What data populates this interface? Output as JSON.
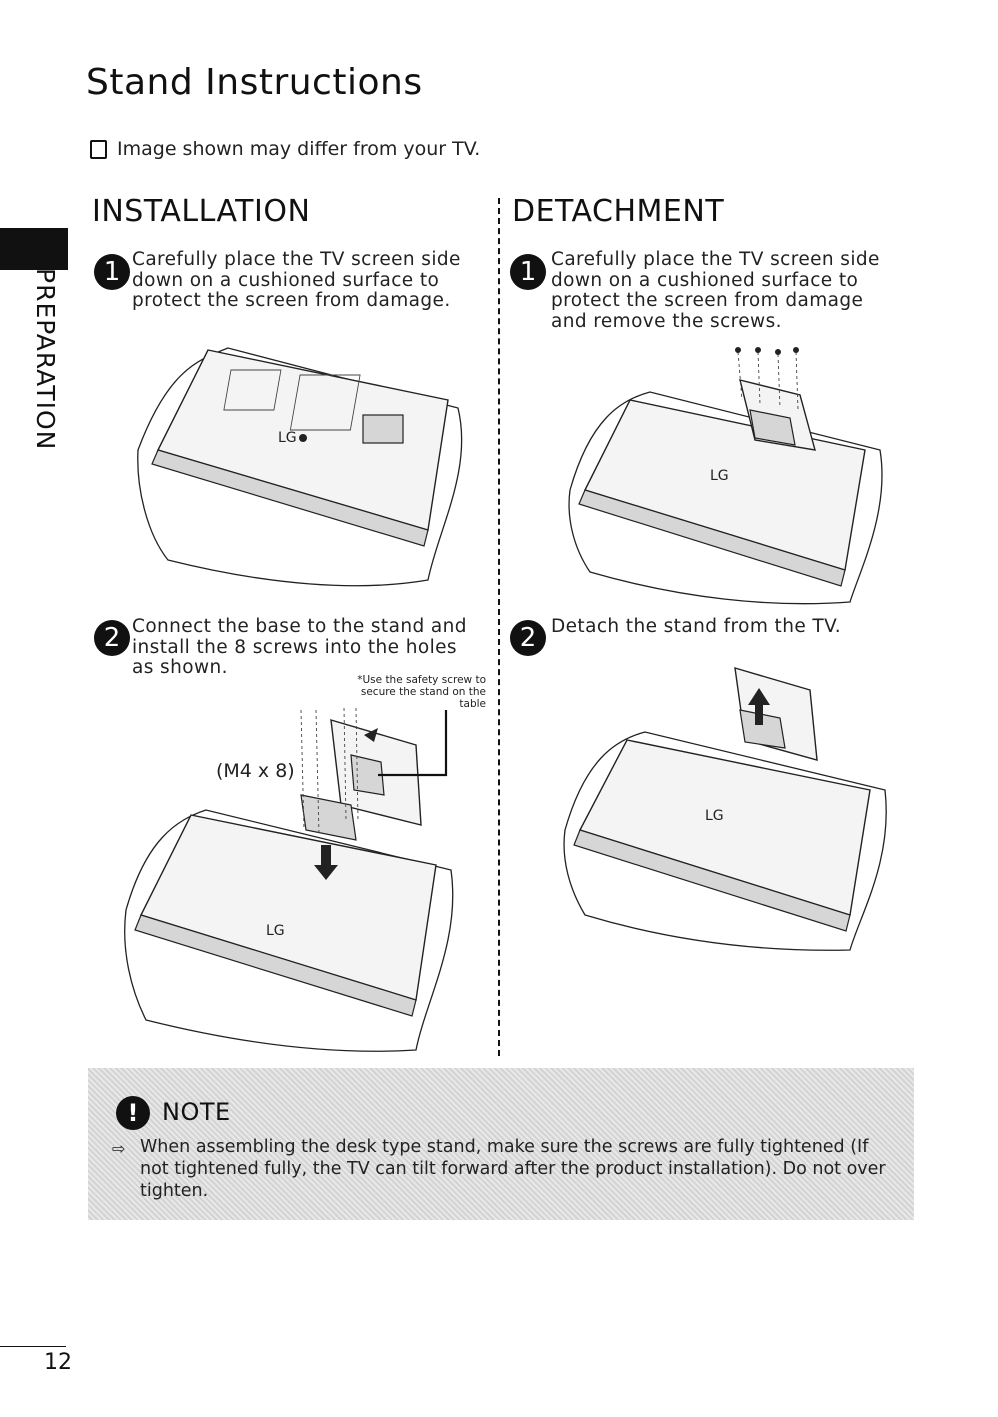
{
  "page": {
    "title": "Stand Instructions",
    "disclaimer": "Image shown may differ from your TV.",
    "side_tab": "PREPARATION",
    "page_number": "12"
  },
  "installation": {
    "heading": "INSTALLATION",
    "step1": {
      "number": "1",
      "text": "Carefully place the TV screen side down on a cushioned surface to protect the screen from damage."
    },
    "step2": {
      "number": "2",
      "text": "Connect the base to the stand and install the 8 screws into the holes as shown."
    },
    "screw_note": "*Use the safety screw to secure the stand on the table",
    "screw_spec": "(M4 x 8)"
  },
  "detachment": {
    "heading": "DETACHMENT",
    "step1": {
      "number": "1",
      "text": "Carefully place the TV screen side down on a cushioned surface to protect the screen from damage and remove the screws."
    },
    "step2": {
      "number": "2",
      "text": "Detach the stand from the TV."
    }
  },
  "note": {
    "icon": "!",
    "heading": "NOTE",
    "bullet_icon": "arrow-right-icon",
    "text": "When assembling the desk type stand, make sure the screws are fully tightened (If not tightened fully, the TV can tilt forward after the product installation). Do not over tighten."
  },
  "colors": {
    "ink": "#111111",
    "note_background": "#dcdcdc"
  }
}
